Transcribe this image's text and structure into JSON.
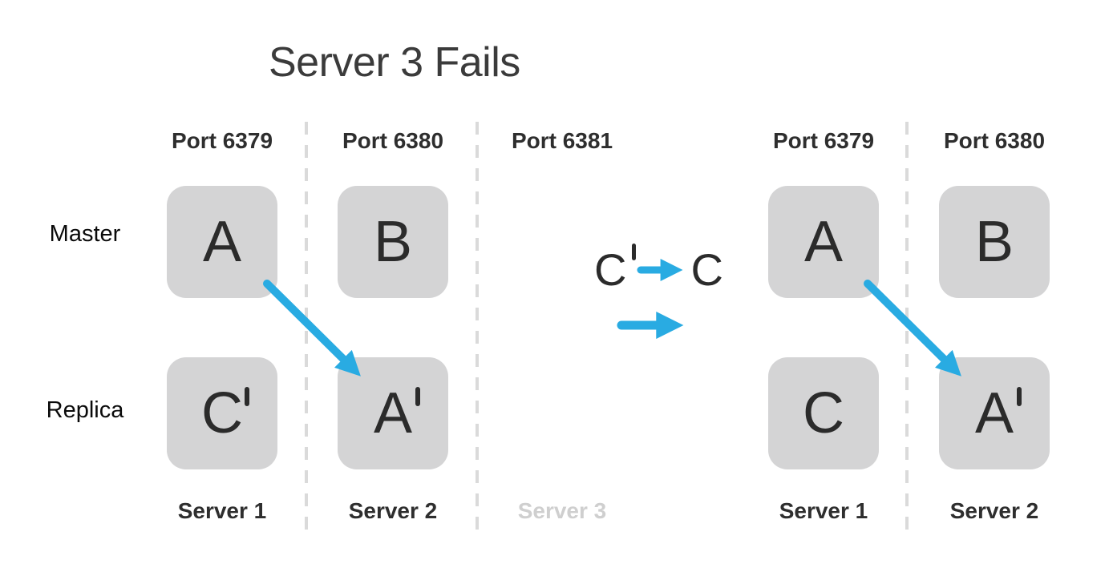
{
  "title": "Server 3 Fails",
  "row_labels": {
    "master": "Master",
    "replica": "Replica"
  },
  "left_group": {
    "columns": [
      {
        "port": "Port 6379",
        "server": "Server 1",
        "failed": false,
        "master_letter": "A",
        "replica_letter": "C",
        "replica_prime": true
      },
      {
        "port": "Port 6380",
        "server": "Server 2",
        "failed": false,
        "master_letter": "B",
        "replica_letter": "A",
        "replica_prime": true
      },
      {
        "port": "Port 6381",
        "server": "Server 3",
        "failed": true
      }
    ]
  },
  "right_group": {
    "columns": [
      {
        "port": "Port 6379",
        "server": "Server 1",
        "failed": false,
        "master_letter": "A",
        "replica_letter": "C",
        "replica_prime": false
      },
      {
        "port": "Port 6380",
        "server": "Server 2",
        "failed": false,
        "master_letter": "B",
        "replica_letter": "A",
        "replica_prime": true
      }
    ]
  },
  "promotion_note": {
    "from_letter": "C",
    "from_prime": true,
    "to_letter": "C"
  },
  "colors": {
    "arrow_blue": "#29abe2",
    "box_gray": "#d4d4d5",
    "dashed_line_gray": "#dadada",
    "faded_server_gray": "#cfcfcf",
    "text_dark": "#2b2b2b"
  }
}
